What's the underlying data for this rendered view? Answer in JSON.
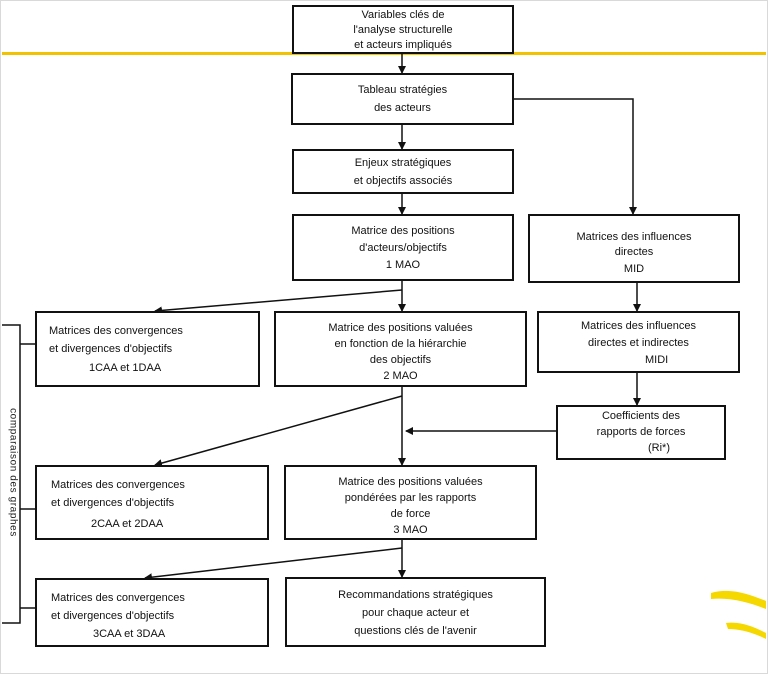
{
  "side_label": "comparaison des graphes",
  "nodes": {
    "variables": [
      "Variables clés de",
      "l'analyse structurelle",
      "et acteurs impliqués"
    ],
    "tableau": [
      "Tableau stratégies",
      "des acteurs"
    ],
    "enjeux": [
      "Enjeux stratégiques",
      "et objectifs associés"
    ],
    "mao1": [
      "Matrice des positions",
      "d'acteurs/objectifs",
      "1 MAO"
    ],
    "mid": [
      "Matrices des influences",
      "directes",
      "MID"
    ],
    "caa1": [
      "Matrices des convergences",
      "et divergences d'objectifs",
      "1CAA et 1DAA"
    ],
    "mao2": [
      "Matrice des positions valuées",
      "en fonction de la hiérarchie",
      "des objectifs",
      "2 MAO"
    ],
    "midi": [
      "Matrices des influences",
      "directes et indirectes",
      "MIDI"
    ],
    "coef": [
      "Coefficients des",
      "rapports de forces",
      "(Ri*)"
    ],
    "caa2": [
      "Matrices des convergences",
      "et divergences d'objectifs",
      "2CAA et 2DAA"
    ],
    "mao3": [
      "Matrice  des positions valuées",
      "pondérées par les rapports",
      "de force",
      "3 MAO"
    ],
    "caa3": [
      "Matrices des convergences",
      "et divergences d'objectifs",
      "3CAA et 3DAA"
    ],
    "reco": [
      "Recommandations stratégiques",
      "pour chaque acteur et",
      "questions clés de l'avenir"
    ]
  },
  "colors": {
    "band": "#f2c200",
    "swoosh": "#f5d800",
    "line": "#111111"
  }
}
